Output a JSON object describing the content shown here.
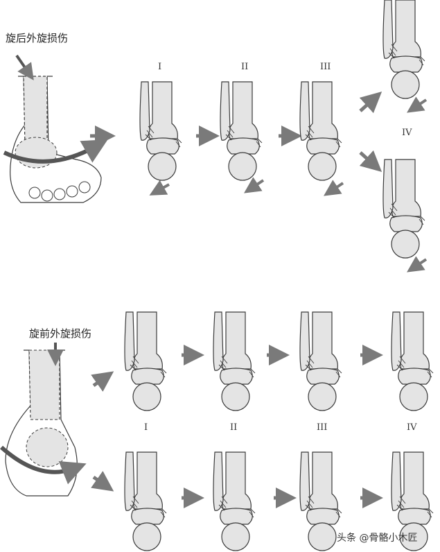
{
  "top_panel": {
    "title": "旋后外旋损伤",
    "stages": [
      "I",
      "II",
      "III",
      "IV"
    ]
  },
  "bottom_panel": {
    "title": "旋前外旋损伤",
    "stages": [
      "I",
      "II",
      "III",
      "IV"
    ]
  },
  "watermark": "头条 @骨骼小木匠",
  "colors": {
    "bone_fill": "#e4e4e4",
    "outline": "#3a3a3a",
    "arrow": "#7a7a7a"
  }
}
